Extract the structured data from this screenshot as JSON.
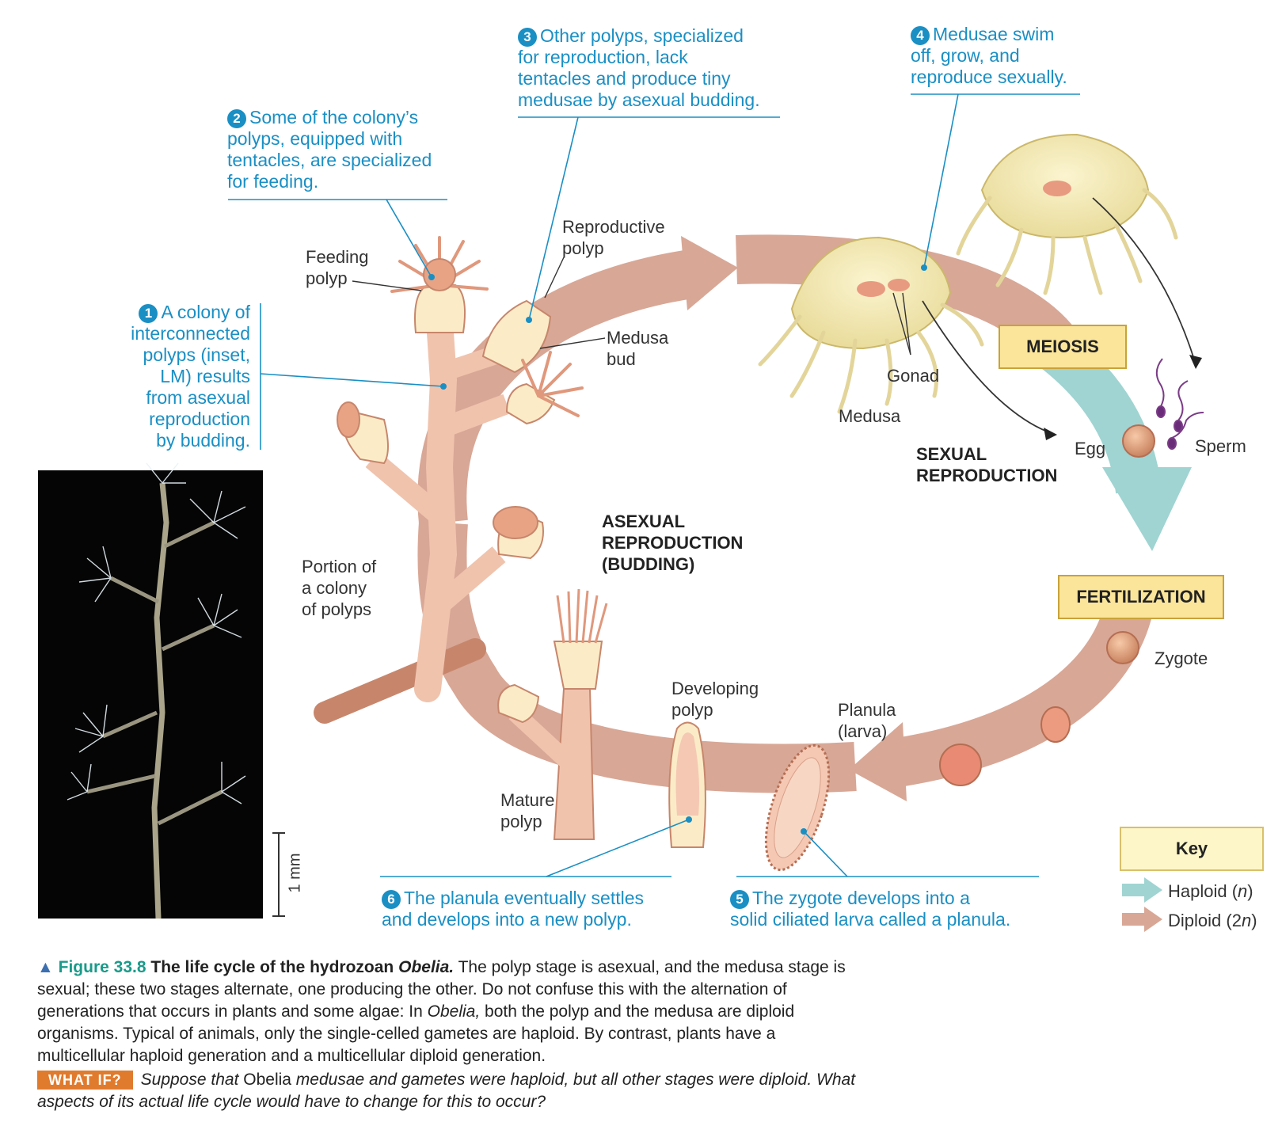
{
  "steps": {
    "s1": {
      "num": "1",
      "lines": [
        "A colony of",
        "interconnected",
        "polyps (inset,",
        "LM) results",
        "from asexual",
        "reproduction",
        "by budding."
      ]
    },
    "s2": {
      "num": "2",
      "lines": [
        "Some of the colony’s",
        "polyps, equipped with",
        "tentacles, are specialized",
        "for feeding."
      ]
    },
    "s3": {
      "num": "3",
      "lines": [
        "Other polyps, specialized",
        "for reproduction, lack",
        "tentacles and produce tiny",
        "medusae by asexual budding."
      ]
    },
    "s4": {
      "num": "4",
      "lines": [
        "Medusae swim",
        "off, grow, and",
        "reproduce sexually."
      ]
    },
    "s5": {
      "num": "5",
      "lines": [
        "The zygote develops into a",
        "solid ciliated larva called a planula."
      ]
    },
    "s6": {
      "num": "6",
      "lines": [
        "The planula eventually settles",
        "and develops into a new polyp."
      ]
    }
  },
  "labels": {
    "feeding_polyp": [
      "Feeding",
      "polyp"
    ],
    "reproductive_polyp": [
      "Reproductive",
      "polyp"
    ],
    "medusa_bud": [
      "Medusa",
      "bud"
    ],
    "gonad": "Gonad",
    "medusa": "Medusa",
    "egg": "Egg",
    "sperm": "Sperm",
    "zygote": "Zygote",
    "planula": [
      "Planula",
      "(larva)"
    ],
    "developing_polyp": [
      "Developing",
      "polyp"
    ],
    "mature_polyp": [
      "Mature",
      "polyp"
    ],
    "portion": [
      "Portion of",
      "a colony",
      "of polyps"
    ],
    "scale": "1 mm"
  },
  "headings": {
    "asexual": [
      "ASEXUAL",
      "REPRODUCTION",
      "(BUDDING)"
    ],
    "sexual": [
      "SEXUAL",
      "REPRODUCTION"
    ],
    "meiosis": "MEIOSIS",
    "fertilization": "FERTILIZATION"
  },
  "key": {
    "title": "Key",
    "haploid_label": "Haploid (",
    "haploid_symbol": "n",
    "diploid_label": "Diploid (2",
    "diploid_symbol": "n",
    "close": ")",
    "haploid_color": "#9fd4d2",
    "diploid_color": "#d8a796"
  },
  "caption": {
    "marker": "▲",
    "figure_number": "Figure 33.8",
    "title_prefix": "The life cycle of the hydrozoan",
    "title_organism": "Obelia.",
    "body_1": " The polyp stage is asexual, and the medusa stage is sexual; these two stages alternate, one producing the other. Do not confuse this with the alternation of generations that occurs in plants and some algae: In ",
    "body_organism": "Obelia,",
    "body_2": " both the polyp and the medusa are diploid organisms. Typical of animals, only the single-celled gametes are haploid. By contrast, plants have a multicellular haploid generation and a multicellular diploid generation.",
    "whatif_label": "WHAT IF?",
    "whatif_a": "Suppose that ",
    "whatif_organism": "Obelia",
    "whatif_b": " medusae and gametes were haploid, but all other stages were diploid. What aspects of its actual life cycle would have to change for this to occur?"
  }
}
